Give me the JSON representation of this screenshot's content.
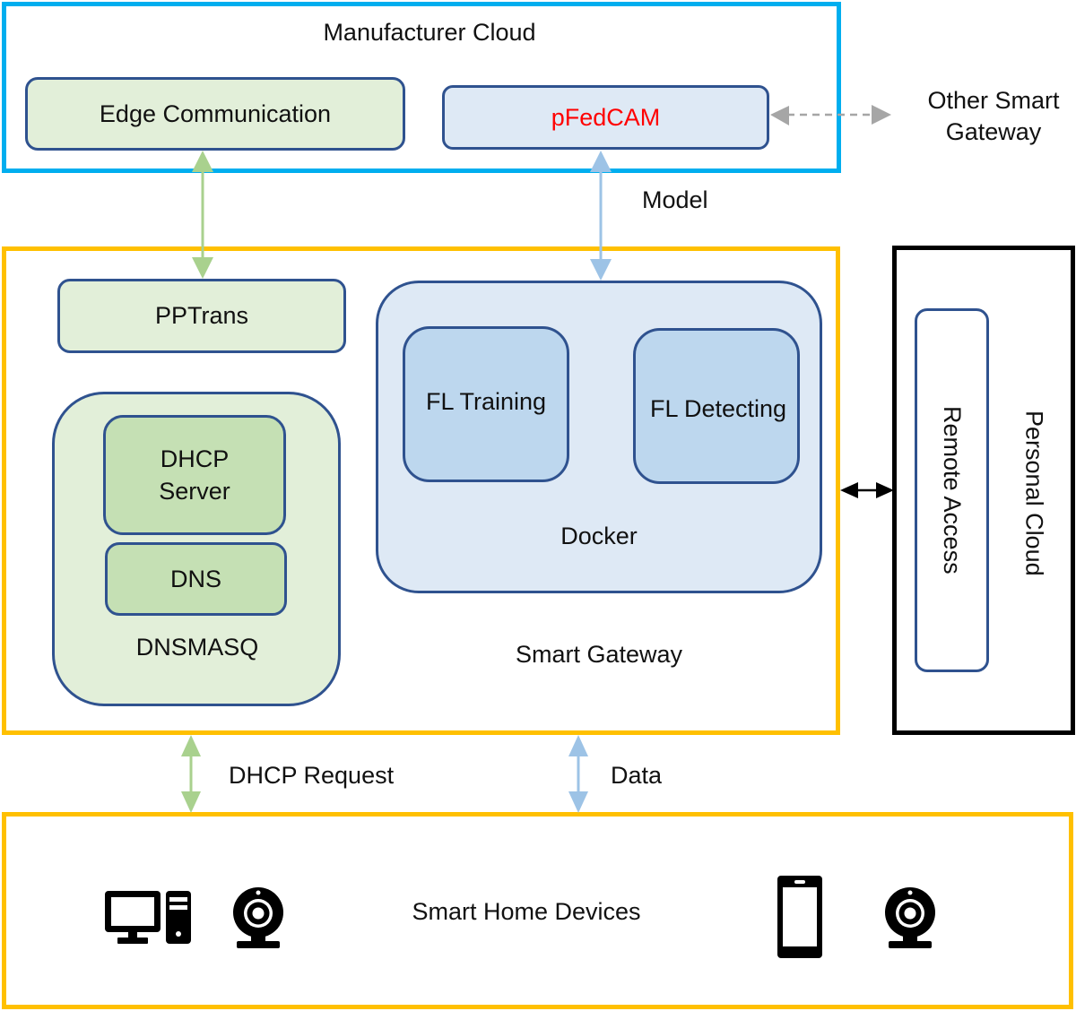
{
  "manufacturer_cloud": {
    "title": "Manufacturer Cloud",
    "edge_communication": "Edge Communication",
    "pfedcam": "pFedCAM"
  },
  "other_gateway": {
    "line1": "Other Smart",
    "line2": "Gateway"
  },
  "links": {
    "model": "Model",
    "dhcp_request": "DHCP Request",
    "data": "Data"
  },
  "smart_gateway": {
    "title": "Smart Gateway",
    "pptrans": "PPTrans",
    "dnsmasq": {
      "title": "DNSMASQ",
      "dhcp_server_line1": "DHCP",
      "dhcp_server_line2": "Server",
      "dns": "DNS"
    },
    "docker": {
      "title": "Docker",
      "fl_training": "FL Training",
      "fl_detecting": "FL Detecting"
    }
  },
  "personal_cloud": {
    "title": "Personal Cloud",
    "remote_access": "Remote Access"
  },
  "smart_home": {
    "title": "Smart Home Devices",
    "devices": [
      "desktop-computer-icon",
      "webcam-icon",
      "smartphone-icon",
      "webcam-icon"
    ]
  },
  "colors": {
    "cloud_border": "#00aeef",
    "gateway_border": "#ffc000",
    "personal_border": "#000000",
    "pfedcam_text": "#ff0000",
    "green_arrow": "#a9d18e",
    "blue_arrow": "#9dc3e6",
    "gray_arrow": "#a6a6a6"
  }
}
